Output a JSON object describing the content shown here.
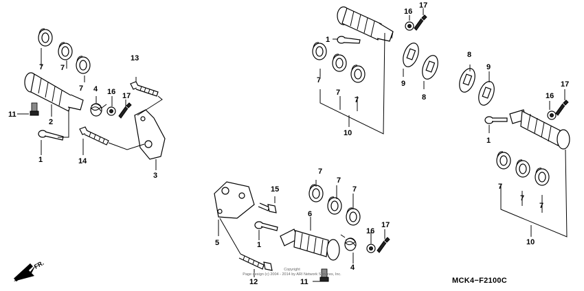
{
  "diagram": {
    "code": "MCK4−F2100C",
    "direction_label": "FR.",
    "copyright_line1": "Copyright",
    "copyright_line2": "Page design (c) 2004 - 2014 by ARI Network Services, Inc.",
    "callouts": {
      "tl_7a": "7",
      "tl_7b": "7",
      "tl_7c": "7",
      "tl_2": "2",
      "tl_11": "11",
      "tl_1": "1",
      "tl_4": "4",
      "tl_16": "16",
      "tl_17": "17",
      "tl_13": "13",
      "tl_14": "14",
      "tl_3": "3",
      "tc_1": "1",
      "tc_16": "16",
      "tc_17": "17",
      "tc_7a": "7",
      "tc_7b": "7",
      "tc_7c": "7",
      "tc_9": "9",
      "tc_8": "8",
      "tc_10": "10",
      "tr_8": "8",
      "tr_9": "9",
      "tr_16": "16",
      "tr_17": "17",
      "tr_1": "1",
      "tr_7a": "7",
      "tr_7b": "7",
      "tr_7c": "7",
      "tr_10": "10",
      "bc_7a": "7",
      "bc_7b": "7",
      "bc_7c": "7",
      "bc_15": "15",
      "bc_6": "6",
      "bc_5": "5",
      "bc_1": "1",
      "bc_16": "16",
      "bc_17": "17",
      "bc_4": "4",
      "bc_12": "12",
      "bc_11": "11"
    }
  }
}
